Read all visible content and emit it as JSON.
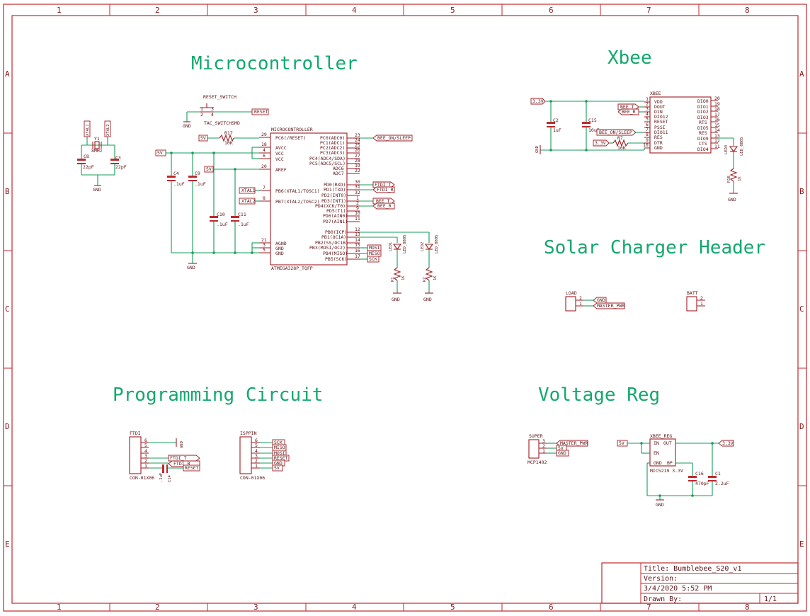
{
  "sections": {
    "microcontroller": "Microcontroller",
    "xbee": "Xbee",
    "solar": "Solar Charger Header",
    "programming": "Programming Circuit",
    "voltage": "Voltage Reg"
  },
  "zones": {
    "columns": [
      "1",
      "2",
      "3",
      "4",
      "5",
      "6",
      "7",
      "8"
    ],
    "rows": [
      "A",
      "B",
      "C",
      "D",
      "E"
    ]
  },
  "title_block": {
    "title": "Title: Bumblebee_S20_v1",
    "version": "Version:",
    "date": "3/4/2020 5:52 PM",
    "drawn_by": "Drawn By:",
    "sheet": "1/1"
  },
  "mcu": {
    "ref": "MICROCONTROLLER",
    "value": "ATMEGA328P_TQFP",
    "left_pins": [
      {
        "num": "29",
        "name": "PC6(/RESET)"
      },
      {
        "num": "18",
        "name": "AVCC"
      },
      {
        "num": "4",
        "name": "VCC"
      },
      {
        "num": "6",
        "name": "VCC"
      },
      {
        "num": "20",
        "name": "AREF"
      },
      {
        "num": "7",
        "name": "PB6(XTAL1/TOSC1)"
      },
      {
        "num": "8",
        "name": "PB7(XTAL2/TOSC2)"
      },
      {
        "num": "21",
        "name": "AGND"
      },
      {
        "num": "3",
        "name": "GND"
      },
      {
        "num": "5",
        "name": "GND"
      }
    ],
    "right_pins": [
      {
        "num": "23",
        "name": "PC0(ADC0)"
      },
      {
        "num": "24",
        "name": "PC1(ADC1)"
      },
      {
        "num": "25",
        "name": "PC2(ADC2)"
      },
      {
        "num": "26",
        "name": "PC3(ADC3)"
      },
      {
        "num": "27",
        "name": "PC4(ADC4/SDA)"
      },
      {
        "num": "28",
        "name": "PC5(ADC5/SCL)"
      },
      {
        "num": "19",
        "name": "ADC6"
      },
      {
        "num": "22",
        "name": "ADC7"
      },
      {
        "num": "30",
        "name": "PD0(RXD)"
      },
      {
        "num": "31",
        "name": "PD1(TXD)"
      },
      {
        "num": "32",
        "name": "PD2(INT0)"
      },
      {
        "num": "1",
        "name": "PD3(INT1)"
      },
      {
        "num": "2",
        "name": "PD4(XCK/T0)"
      },
      {
        "num": "9",
        "name": "PD5(T1)"
      },
      {
        "num": "10",
        "name": "PD6(AIN0)"
      },
      {
        "num": "11",
        "name": "PD7(AIN1)"
      },
      {
        "num": "12",
        "name": "PB0(ICP)"
      },
      {
        "num": "13",
        "name": "PB1(OC1A)"
      },
      {
        "num": "14",
        "name": "PB2(SS/OC1B)"
      },
      {
        "num": "15",
        "name": "PB3(MOSI/OC2)"
      },
      {
        "num": "16",
        "name": "PB4(MISO)"
      },
      {
        "num": "17",
        "name": "PB5(SCK)"
      }
    ],
    "net_labels": {
      "reset": "RESET",
      "bee_on_sleep": "BEE_ON/SLEEP",
      "ftdi_t": "FTDI_T",
      "ftdi_r": "FTDI_R",
      "bee_t": "BEE_T",
      "bee_r": "BEE_R",
      "mosi": "MOSI",
      "miso": "MISO",
      "sck": "SCK",
      "xtal1": "XTAL1",
      "xtal2": "XTAL2",
      "v5": "5V"
    },
    "reset_switch": {
      "ref": "RESET_SWITCH",
      "value": "TAC_SWITCHSMD"
    },
    "r17": {
      "ref": "R17",
      "value": "10K"
    },
    "c4": {
      "ref": "C4",
      "value": ".1uF"
    },
    "c9": {
      "ref": "C9",
      "value": ".1uF"
    },
    "c10": {
      "ref": "C10",
      "value": ".1uF"
    },
    "c11": {
      "ref": "C11",
      "value": ".1uF"
    },
    "gnd": "GND",
    "led1": {
      "ref": "LED1",
      "value": "LED_0805"
    },
    "led2": {
      "ref": "LED2",
      "value": "LED_0805"
    },
    "r1": {
      "ref": "R1",
      "value": "1K"
    },
    "r2": {
      "ref": "R2",
      "value": "1K"
    }
  },
  "crystal": {
    "ref": "Y1",
    "value": "8MHz",
    "c8": {
      "ref": "C8",
      "value": "22pF"
    },
    "c3": {
      "ref": "C3",
      "value": "22pF"
    },
    "xtal1": "XTAL1",
    "xtal2": "XTAL2",
    "gnd": "GND"
  },
  "xbee": {
    "ref": "XBEE",
    "v33": "3.3V",
    "c2": {
      "ref": "C2",
      "value": "1uF"
    },
    "c15": {
      "ref": "C15",
      "value": "10uF"
    },
    "gnd": "GND",
    "left_pins": [
      {
        "num": "1",
        "name": "VDD"
      },
      {
        "num": "2",
        "name": "DOUT"
      },
      {
        "num": "3",
        "name": "DIN"
      },
      {
        "num": "4",
        "name": "DIO12"
      },
      {
        "num": "5",
        "name": "RESET"
      },
      {
        "num": "6",
        "name": "PSSI"
      },
      {
        "num": "7",
        "name": "DIO11"
      },
      {
        "num": "8",
        "name": "RES"
      },
      {
        "num": "9",
        "name": "DTR"
      },
      {
        "num": "10",
        "name": "GND"
      }
    ],
    "right_pins": [
      {
        "num": "20",
        "name": "DIO0"
      },
      {
        "num": "19",
        "name": "DIO1"
      },
      {
        "num": "18",
        "name": "DIO2"
      },
      {
        "num": "17",
        "name": "DIO3"
      },
      {
        "num": "16",
        "name": "RTS"
      },
      {
        "num": "15",
        "name": "DIO5"
      },
      {
        "num": "14",
        "name": "RES"
      },
      {
        "num": "13",
        "name": "DIO9"
      },
      {
        "num": "12",
        "name": "CTS"
      },
      {
        "num": "11",
        "name": "DIO4"
      }
    ],
    "bee_t": "BEE_T",
    "bee_r": "BEE_R",
    "bee_on_sleep": "BEE_ON/SLEEP",
    "r7": {
      "ref": "R7",
      "value": "10K"
    },
    "led3": {
      "ref": "LED3",
      "value": "LED_0805"
    },
    "r18": {
      "ref": "R18",
      "value": "1K"
    }
  },
  "solar": {
    "load": {
      "ref": "LOAD",
      "nets": [
        "GND",
        "MASTER_PWR"
      ],
      "pins": [
        "2",
        "1"
      ]
    },
    "batt": {
      "ref": "BATT",
      "pins": [
        "2",
        "1"
      ]
    }
  },
  "ftdi": {
    "ref": "FTDI",
    "value": "CON-01X06",
    "pins": [
      "6",
      "5",
      "4",
      "3",
      "2",
      "1"
    ],
    "gnd": "GND",
    "ftdi_t": "FTDI_T",
    "ftdi_r": "FTDI_R",
    "reset": "RESET",
    "c14": {
      "ref": "C14",
      "value": ".1uF"
    }
  },
  "isp": {
    "ref": "ISPPIN",
    "value": "CON-01X06",
    "pins": [
      "6",
      "5",
      "4",
      "3",
      "2",
      "1"
    ],
    "nets": [
      "SCK",
      "MISO",
      "MOSI",
      "RESET",
      "GND",
      "5V"
    ]
  },
  "vreg": {
    "super": {
      "ref": "SUPER",
      "value": "MCP1402",
      "nets": [
        "MASTER_PWR",
        "5V",
        "GND"
      ],
      "pins": [
        "3",
        "2",
        "1"
      ]
    },
    "v5": "5V",
    "v33": "3.3V",
    "ic": {
      "ref": "XBEE_REG",
      "value": "MIC5219 3.3V",
      "pins": [
        "IN",
        "OUT",
        "EN",
        "GND",
        "BP"
      ]
    },
    "c16": {
      "ref": "C16",
      "value": "470pF"
    },
    "c1": {
      "ref": "C1",
      "value": "2.2uF"
    },
    "gnd": "GND"
  }
}
